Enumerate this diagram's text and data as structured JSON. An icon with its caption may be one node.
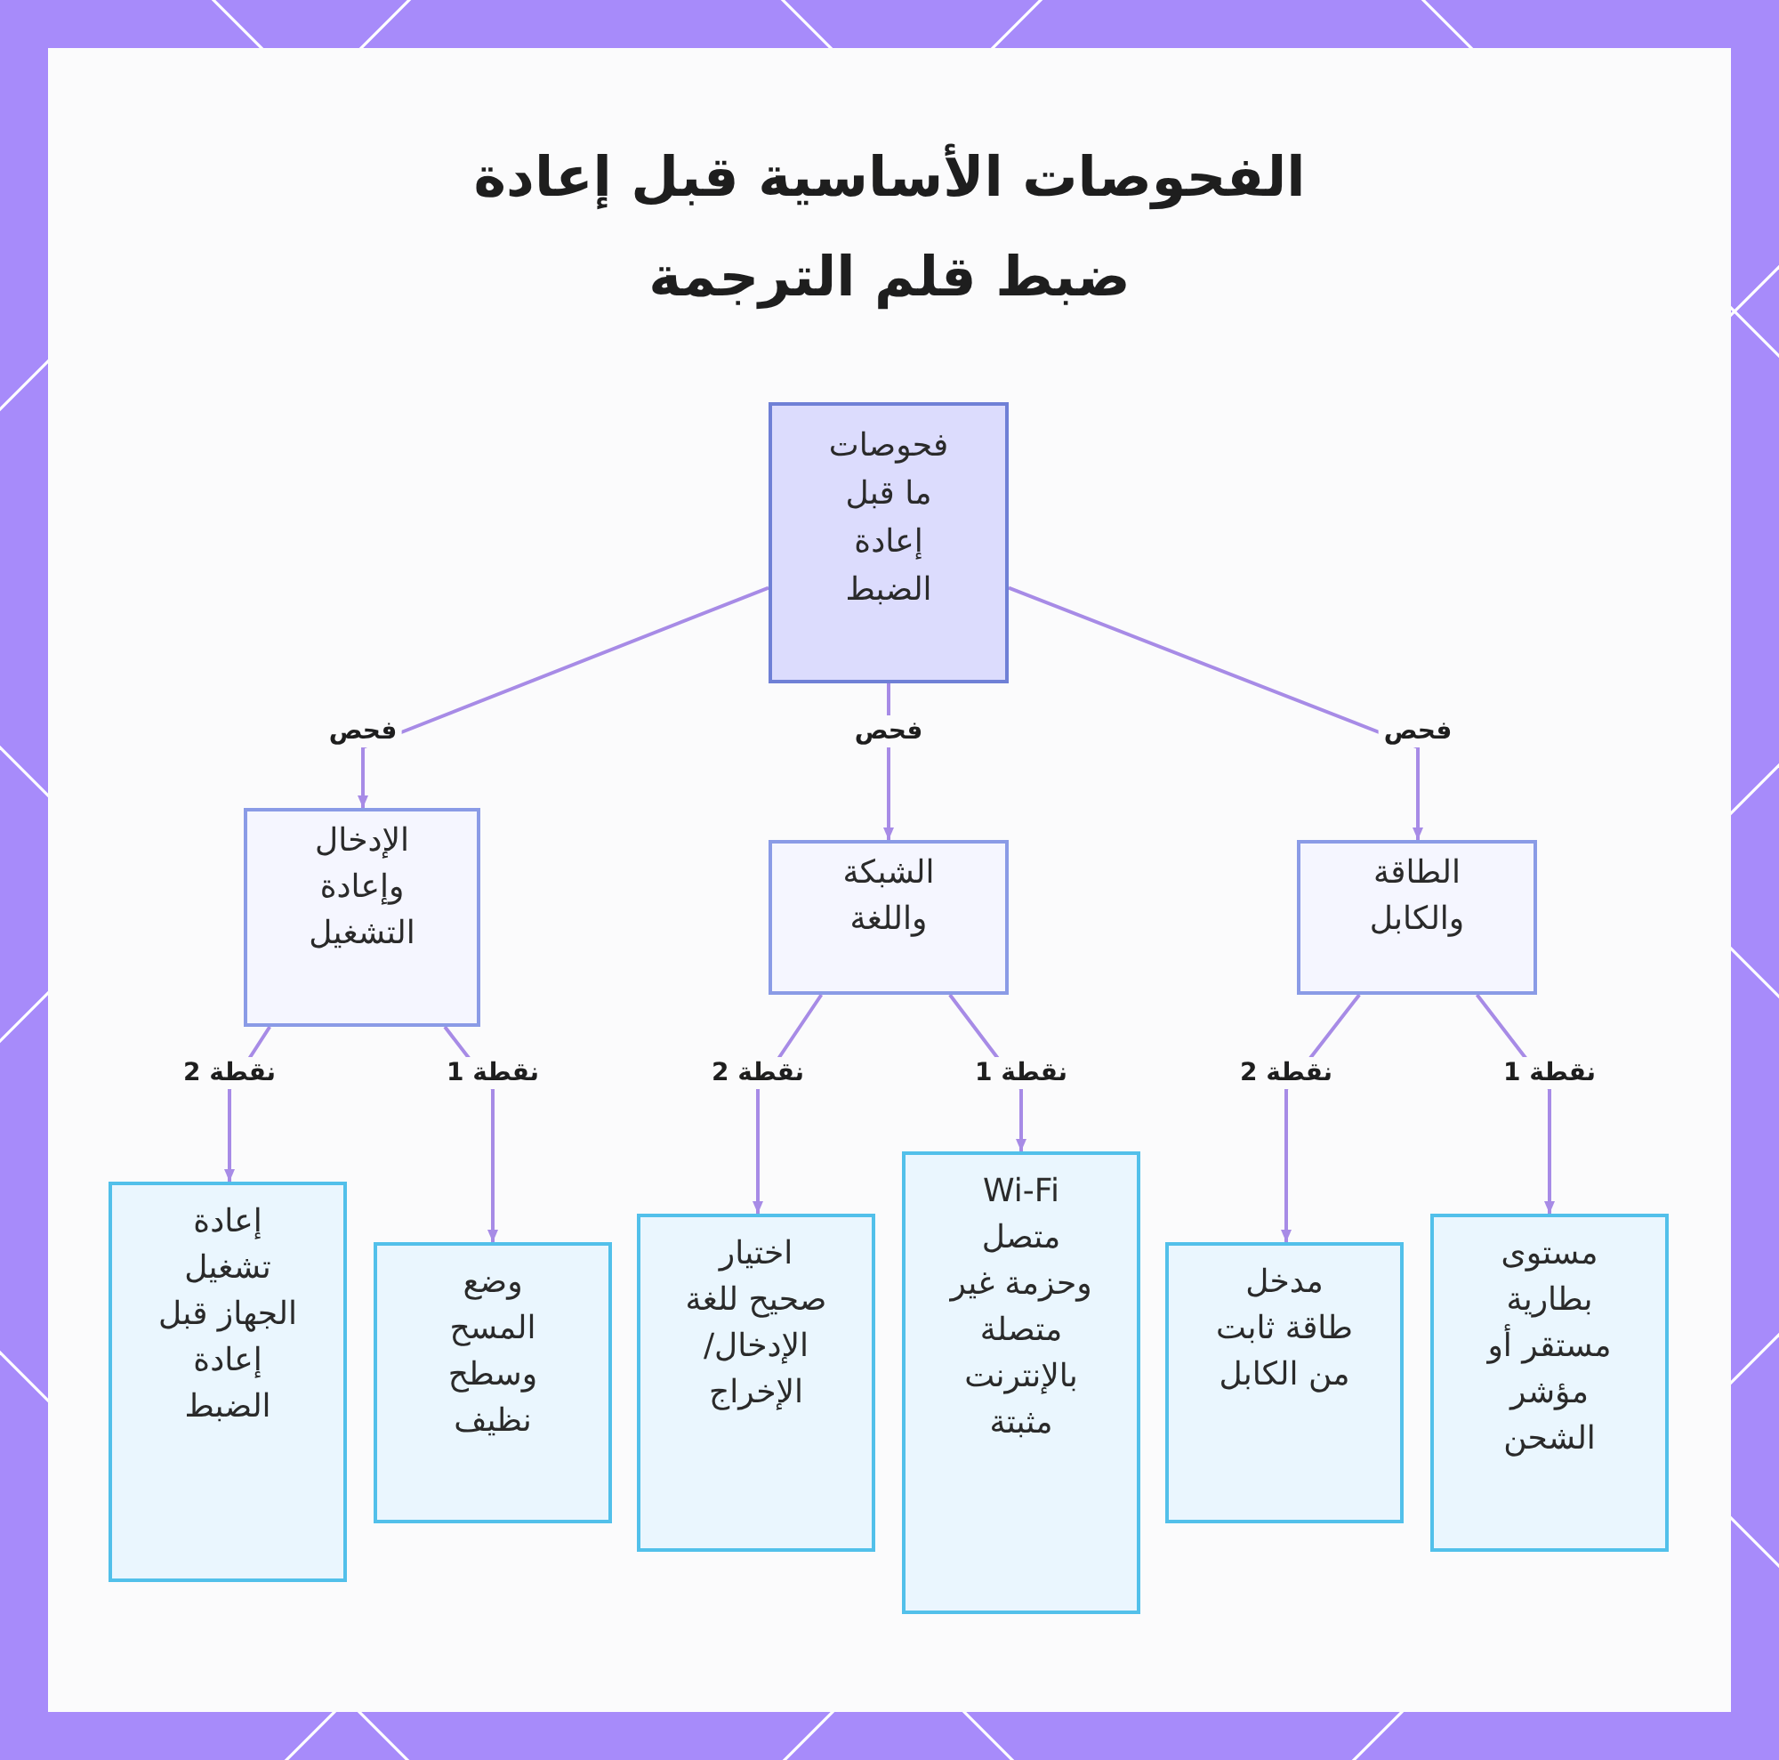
{
  "diagram": {
    "title": "الفحوصات الأساسية قبل إعادة ضبط قلم الترجمة",
    "nodes": [
      {
        "text": [
          "فحوصات ما قبل إعادة الضبط"
        ]
      },
      {
        "text": [
          "الطاقة والكابل"
        ]
      },
      {
        "text": [
          "الشبكة واللغة"
        ]
      },
      {
        "text": [
          "الإدخال وإعادة التشغيل"
        ]
      },
      {
        "text": [
          "مستوى بطارية مستقر أو مؤشر الشحن"
        ]
      },
      {
        "text": [
          "مدخل طاقة ثابت من الكابل"
        ]
      },
      {
        "text": [
          "Wi-Fi متصل وحزمة غير متصلة بالإنترنت مثبتة"
        ]
      },
      {
        "text": [
          "اختيار صحيح للغة الإدخال/الإخراج"
        ]
      },
      {
        "text": [
          "وضع المسح وسطح نظيف"
        ]
      },
      {
        "text": [
          "إعادة تشغيل الجهاز قبل إعادة الضبط"
        ]
      }
    ],
    "edges": [
      {
        "from": 0,
        "to": 1,
        "arrow": "to",
        "label": "فحص"
      },
      {
        "from": 0,
        "to": 2,
        "arrow": "to",
        "label": "فحص"
      },
      {
        "from": 0,
        "to": 3,
        "arrow": "to",
        "label": "فحص"
      },
      {
        "from": 1,
        "to": 4,
        "arrow": "to",
        "label": "نقطة 1"
      },
      {
        "from": 1,
        "to": 5,
        "arrow": "to",
        "label": "نقطة 2"
      },
      {
        "from": 2,
        "to": 6,
        "arrow": "to",
        "label": "نقطة 1"
      },
      {
        "from": 2,
        "to": 7,
        "arrow": "to",
        "label": "نقطة 2"
      },
      {
        "from": 3,
        "to": 8,
        "arrow": "to",
        "label": "نقطة 1"
      },
      {
        "from": 3,
        "to": 9,
        "arrow": "to",
        "label": "نقطة 2"
      }
    ]
  }
}
